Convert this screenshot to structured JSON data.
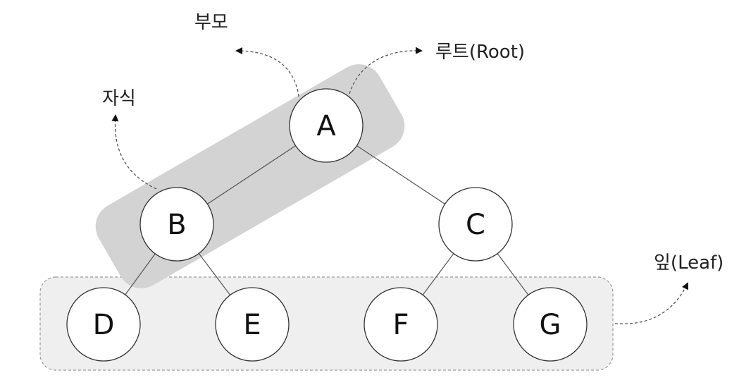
{
  "nodes": [
    {
      "id": "A",
      "label": "A"
    },
    {
      "id": "B",
      "label": "B"
    },
    {
      "id": "C",
      "label": "C"
    },
    {
      "id": "D",
      "label": "D"
    },
    {
      "id": "E",
      "label": "E"
    },
    {
      "id": "F",
      "label": "F"
    },
    {
      "id": "G",
      "label": "G"
    }
  ],
  "edges": [
    [
      "A",
      "B"
    ],
    [
      "A",
      "C"
    ],
    [
      "B",
      "D"
    ],
    [
      "B",
      "E"
    ],
    [
      "C",
      "F"
    ],
    [
      "C",
      "G"
    ]
  ],
  "annotations": {
    "parent": "부모",
    "root": "루트(Root)",
    "child": "자식",
    "leaf": "잎(Leaf)"
  },
  "colors": {
    "highlight": "#d3d3d3",
    "leaf_region": "#efefef",
    "node_fill": "#ffffff",
    "stroke": "#333333"
  }
}
